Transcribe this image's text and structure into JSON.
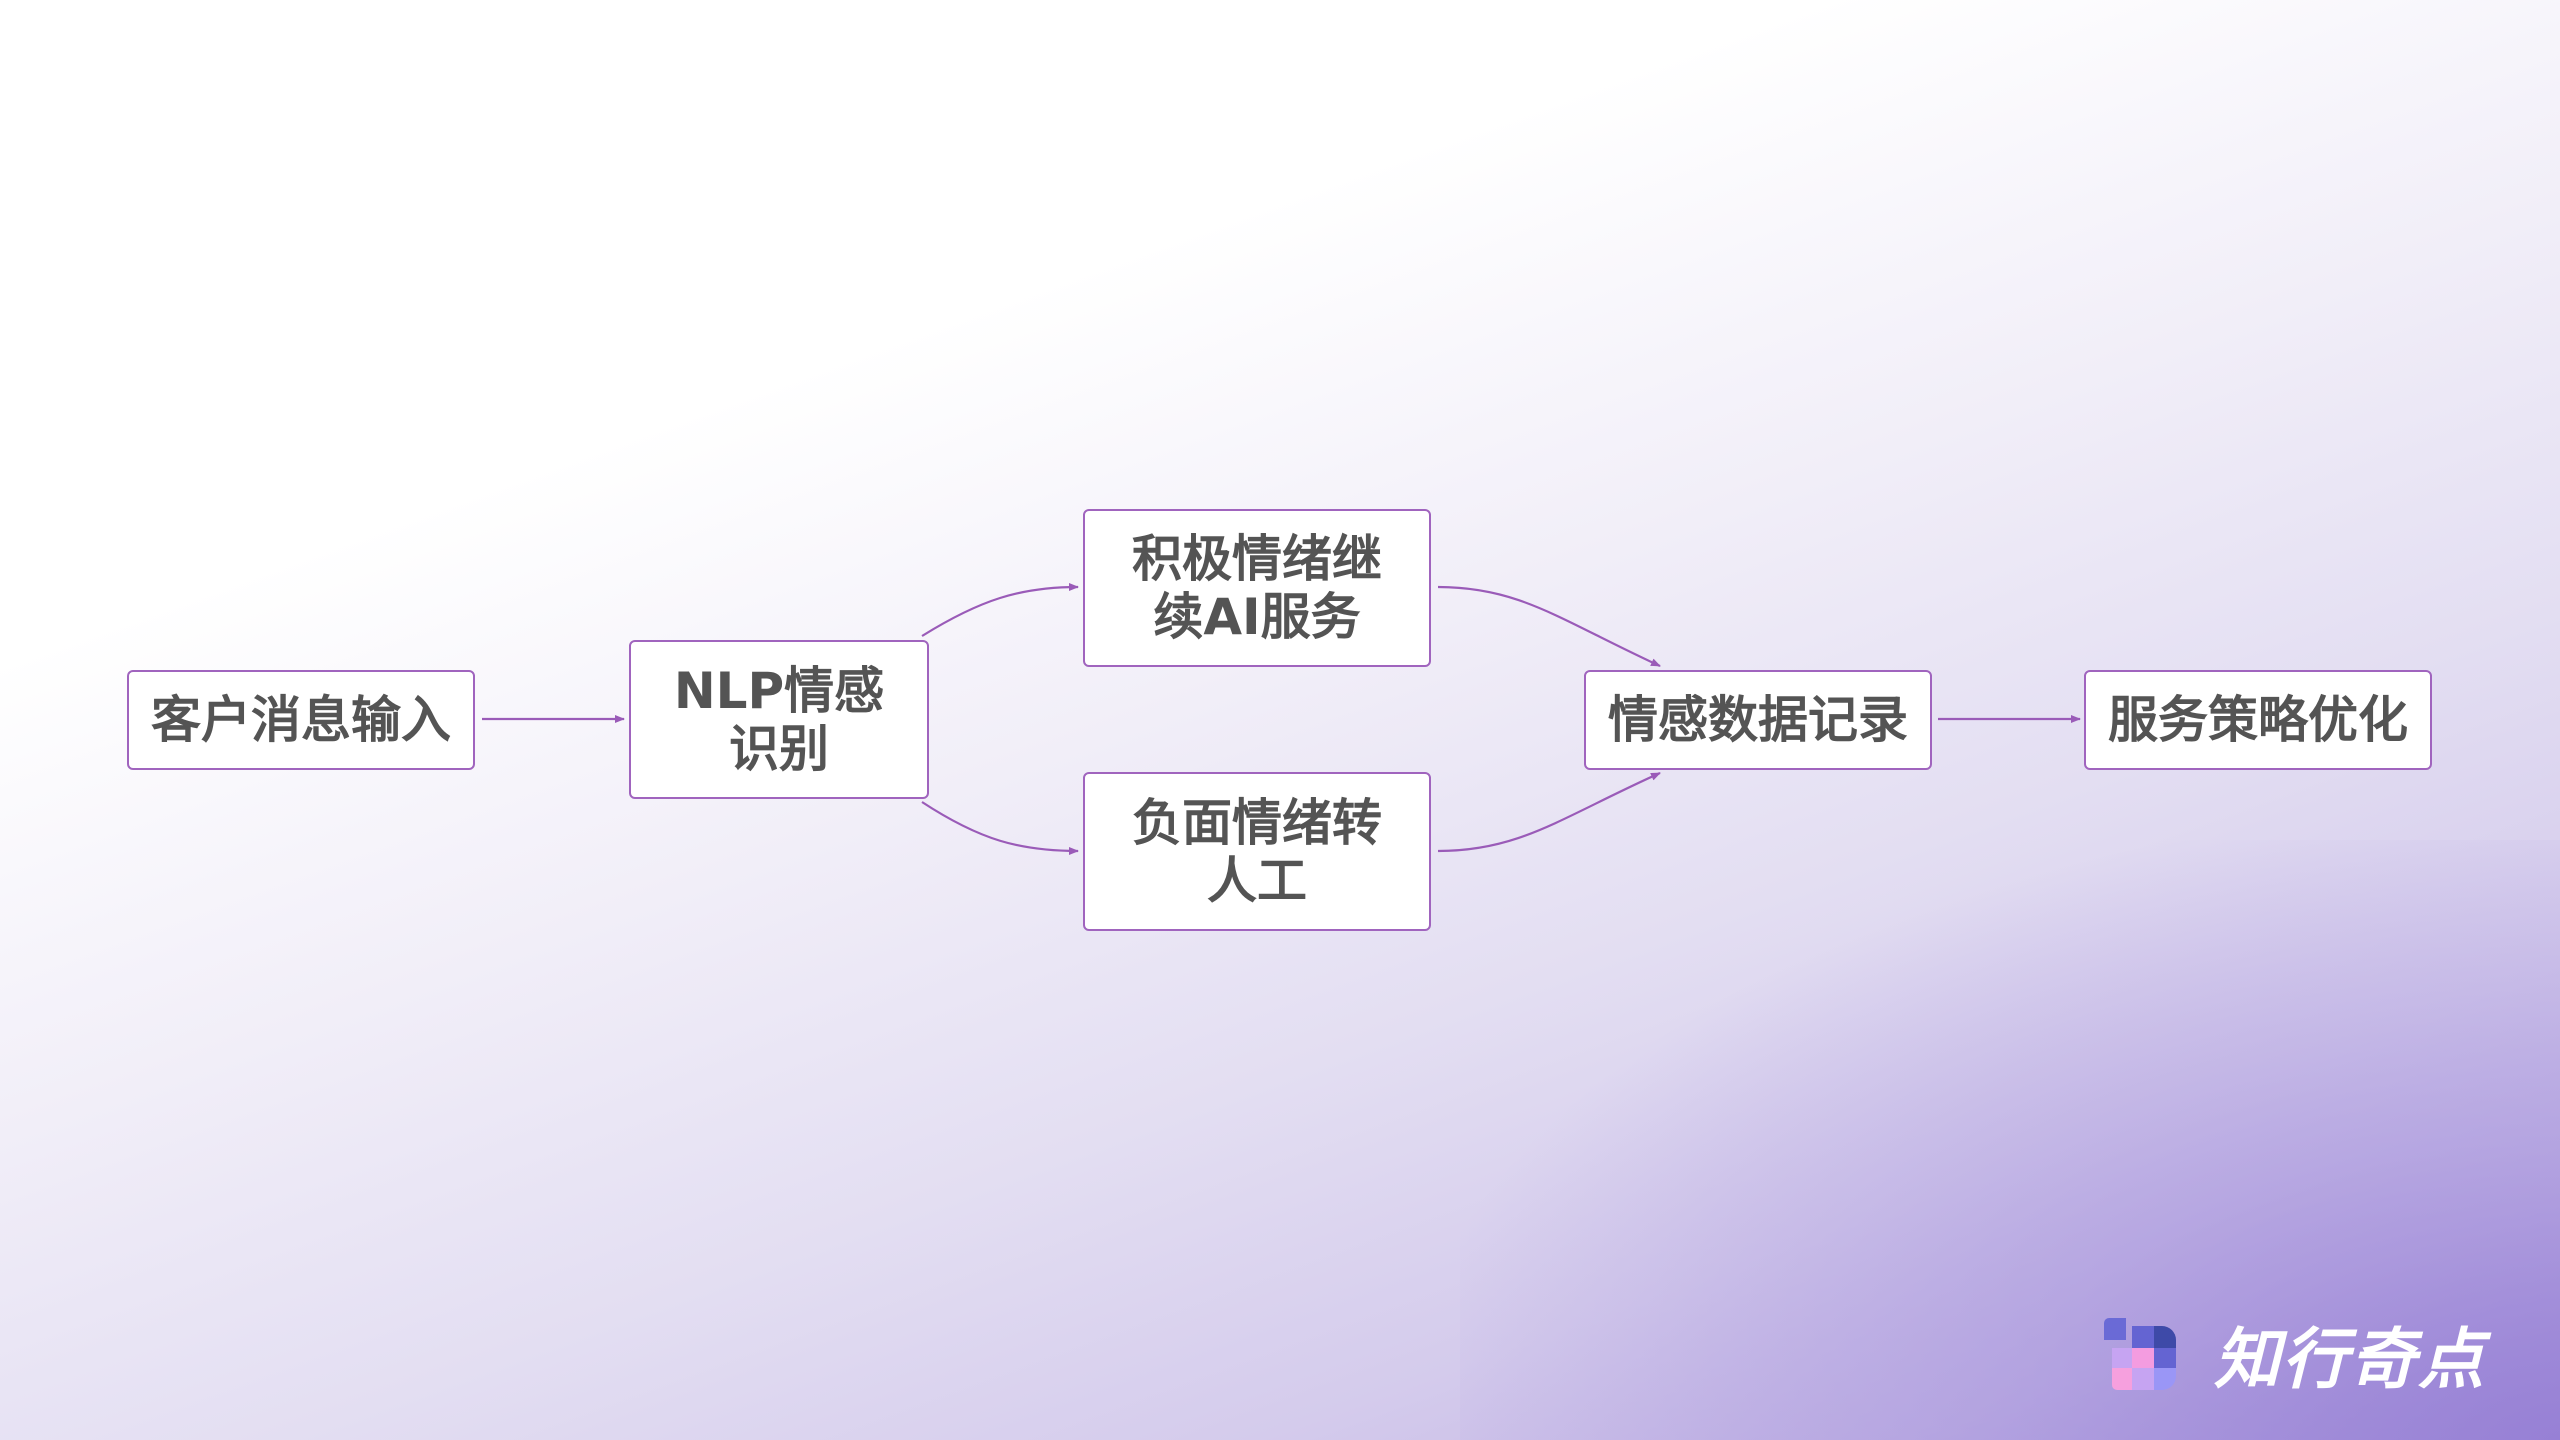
{
  "diagram": {
    "type": "flowchart",
    "direction": "left-to-right",
    "nodes": [
      {
        "id": "n1",
        "label": "客户消息输入"
      },
      {
        "id": "n2",
        "label": "NLP情感识别"
      },
      {
        "id": "n3",
        "label": "积极情绪继续AI服务"
      },
      {
        "id": "n4",
        "label": "负面情绪转人工"
      },
      {
        "id": "n5",
        "label": "情感数据记录"
      },
      {
        "id": "n6",
        "label": "服务策略优化"
      }
    ],
    "edges": [
      {
        "from": "n1",
        "to": "n2"
      },
      {
        "from": "n2",
        "to": "n3"
      },
      {
        "from": "n2",
        "to": "n4"
      },
      {
        "from": "n3",
        "to": "n5"
      },
      {
        "from": "n4",
        "to": "n5"
      },
      {
        "from": "n5",
        "to": "n6"
      }
    ],
    "colors": {
      "border": "#a064be",
      "edge": "#9a5bb8",
      "text": "#545454",
      "node_fill": "#ffffff"
    }
  },
  "logo": {
    "text": "知行奇点",
    "icon": "pixel-grid-logo-icon"
  }
}
